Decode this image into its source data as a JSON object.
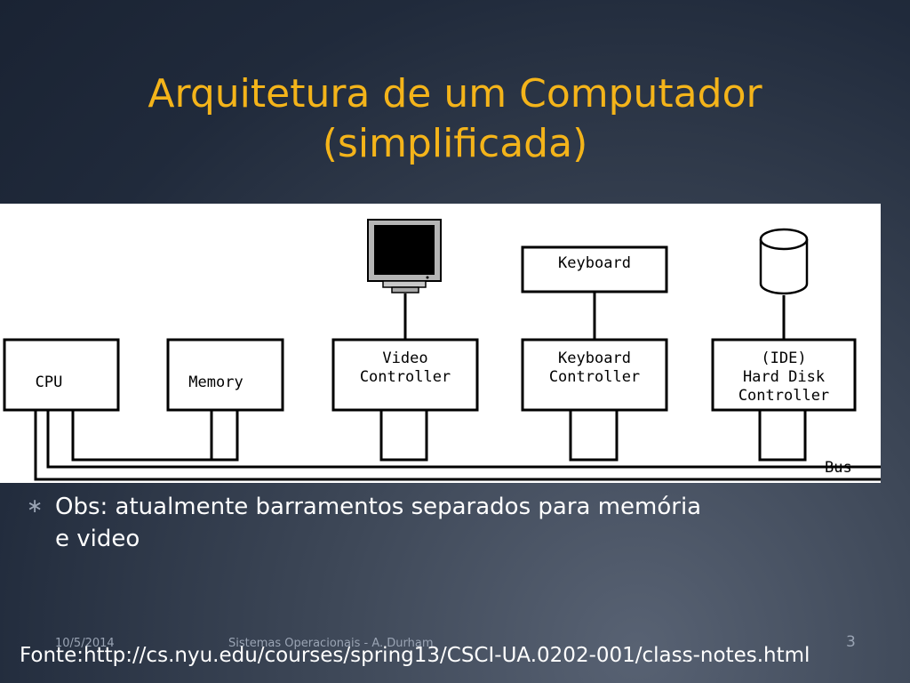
{
  "slide": {
    "title_line1": "Arquitetura de um Computador",
    "title_line2": "(simplificada)",
    "bullet_glyph": "∗",
    "bullet_text": "Obs: atualmente barramentos separados para memória e video",
    "footer_date": "10/5/2014",
    "footer_center": "Sistemas Operacionais - A. Durham",
    "page_number": "3",
    "source": "Fonte:http://cs.nyu.edu/courses/spring13/CSCI-UA.0202-001/class-notes.html",
    "colors": {
      "title": "#f4b41a",
      "background": "#2b3548",
      "text": "#ffffff",
      "muted": "#9aa4b4"
    }
  },
  "diagram": {
    "cpu": "CPU",
    "memory": "Memory",
    "video_controller": [
      "Video",
      "Controller"
    ],
    "keyboard": "Keyboard",
    "keyboard_controller": [
      "Keyboard",
      "Controller"
    ],
    "disk_controller": [
      "(IDE)",
      "Hard Disk",
      "Controller"
    ],
    "bus": "Bus",
    "monitor_icon": "monitor-icon",
    "disk_icon": "disk-cylinder-icon"
  }
}
